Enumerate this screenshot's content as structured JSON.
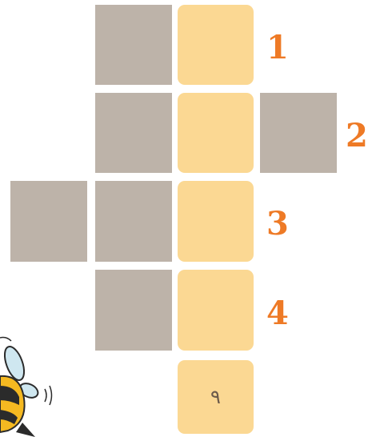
{
  "puzzle": {
    "row_numbers": [
      "1",
      "2",
      "3",
      "4"
    ],
    "bottom_cell_letter": "٩"
  },
  "colors": {
    "gray_cell": "#bdb3a9",
    "answer_cell": "#fbd893",
    "number": "#ee7a26"
  },
  "icons": [
    "bee-icon"
  ]
}
